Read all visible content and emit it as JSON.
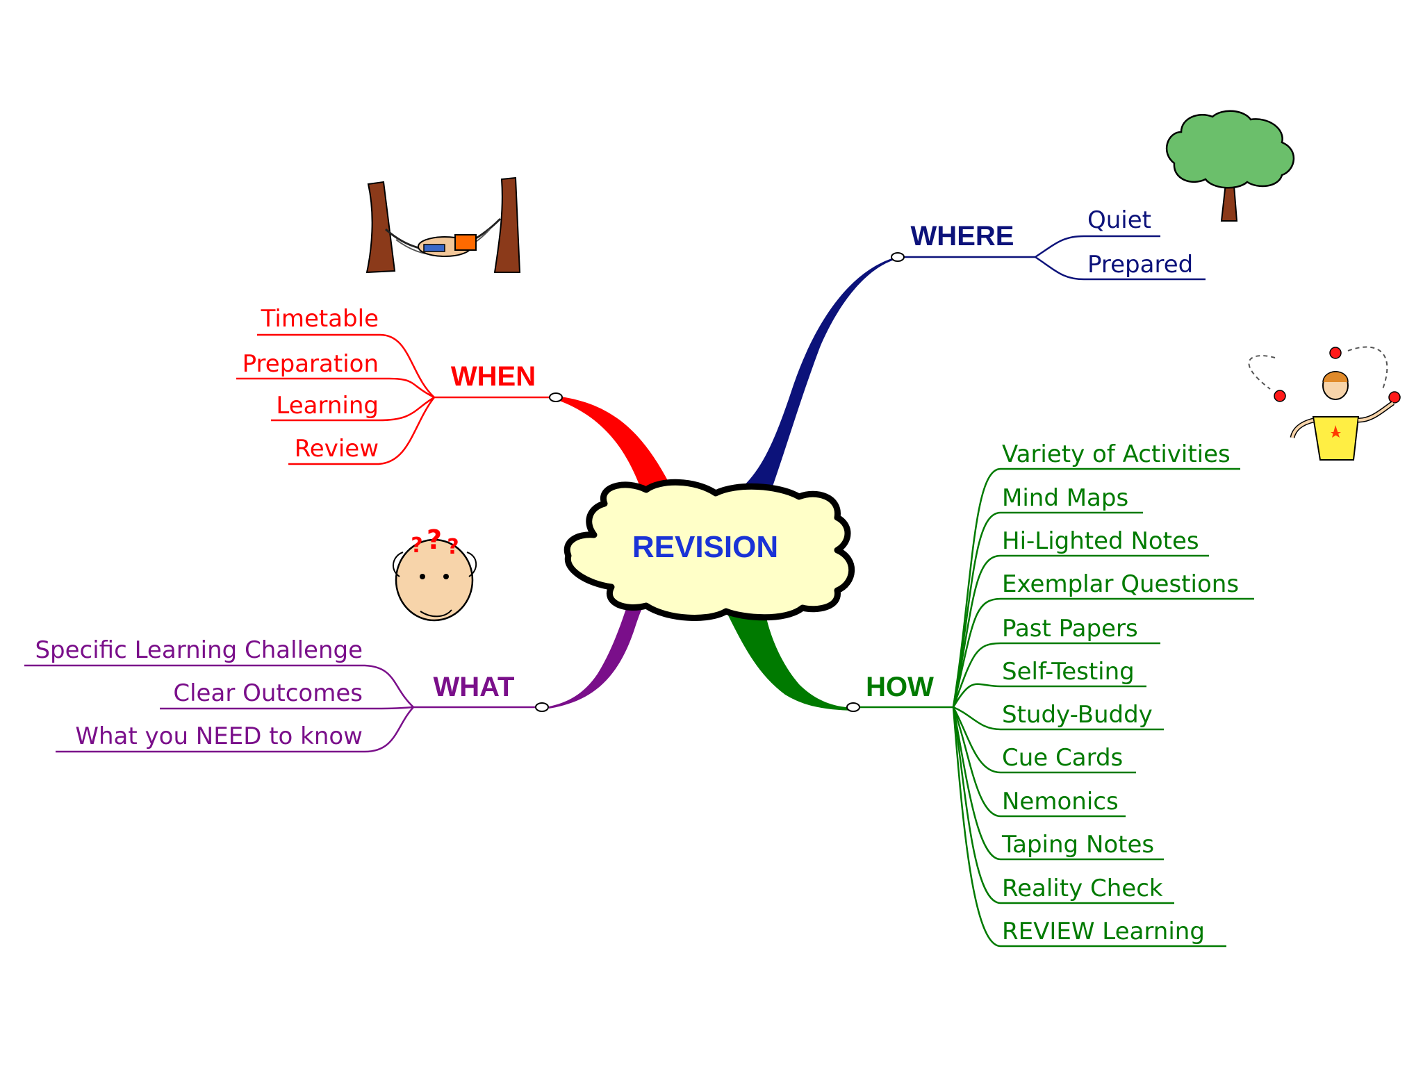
{
  "center": {
    "label": "REVISION",
    "text_color": "#1a33d6",
    "fill_color": "#ffffc8"
  },
  "colors": {
    "when": "#ff0000",
    "where": "#0c127a",
    "what": "#7a0f8a",
    "how": "#007a00"
  },
  "branches": {
    "when": {
      "label": "WHEN",
      "items": [
        "Timetable",
        "Preparation",
        "Learning",
        "Review"
      ],
      "icon": "hammock-icon"
    },
    "where": {
      "label": "WHERE",
      "items": [
        "Quiet",
        "Prepared"
      ],
      "icon": "tree-icon"
    },
    "what": {
      "label": "WHAT",
      "items": [
        "Specific Learning Challenge",
        "Clear Outcomes",
        "What you NEED to know"
      ],
      "icon": "confused-face-icon"
    },
    "how": {
      "label": "HOW",
      "items": [
        "Variety of Activities",
        "Mind Maps",
        "Hi-Lighted Notes",
        "Exemplar Questions",
        "Past Papers",
        "Self-Testing",
        "Study-Buddy",
        "Cue Cards",
        "Nemonics",
        "Taping Notes",
        "Reality Check",
        "REVIEW Learning"
      ],
      "icon": "juggler-icon"
    }
  }
}
